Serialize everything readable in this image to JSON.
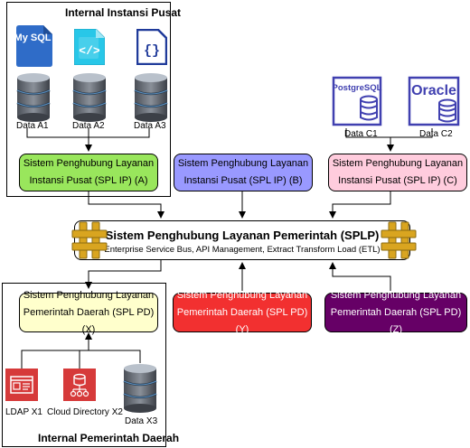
{
  "regions": {
    "pusat_title": "Internal Instansi Pusat",
    "daerah_title": "Internal Pemerintah Daerah"
  },
  "icons": {
    "mysql": "My SQL",
    "postgres": "PostgreSQL",
    "oracle": "Oracle"
  },
  "datastores": {
    "a1": "Data A1",
    "a2": "Data A2",
    "a3": "Data A3",
    "c1": "Data C1",
    "c2": "Data C2",
    "x3": "Data X3",
    "ldap": "LDAP X1",
    "cloud_dir": "Cloud Directory X2"
  },
  "nodes": {
    "ip_a": {
      "line1": "Sistem Penghubung Layanan",
      "line2": "Instansi Pusat (SPL IP) (A)"
    },
    "ip_b": {
      "line1": "Sistem Penghubung Layanan",
      "line2": "Instansi Pusat (SPL IP) (B)"
    },
    "ip_c": {
      "line1": "Sistem Penghubung Layanan",
      "line2": "Instansi Pusat (SPL IP) (C)"
    },
    "pd_x": {
      "line1": "Sistem Penghubung Layanan",
      "line2": "Pemerintah Daerah (SPL PD) (X)"
    },
    "pd_y": {
      "line1": "Sistem Penghubung Layanan",
      "line2": "Pemerintah Daerah (SPL PD) (Y)"
    },
    "pd_z": {
      "line1": "Sistem Penghubung Layanan",
      "line2": "Pemerintah Daerah (SPL PD) (Z)"
    }
  },
  "splp": {
    "title": "Sistem Penghubung Layanan Pemerintah (SPLP)",
    "subtitle": "Enterprise Service Bus, API Management, Extract Transform Load (ETL)"
  },
  "colors": {
    "ip_a": "#99e65c",
    "ip_b": "#9999ff",
    "ip_c": "#ffccdd",
    "pd_x": "#ffffcc",
    "pd_y": "#f23030",
    "pd_z": "#660066",
    "db_purple": "#4040b0",
    "gold": "#d9a520"
  }
}
